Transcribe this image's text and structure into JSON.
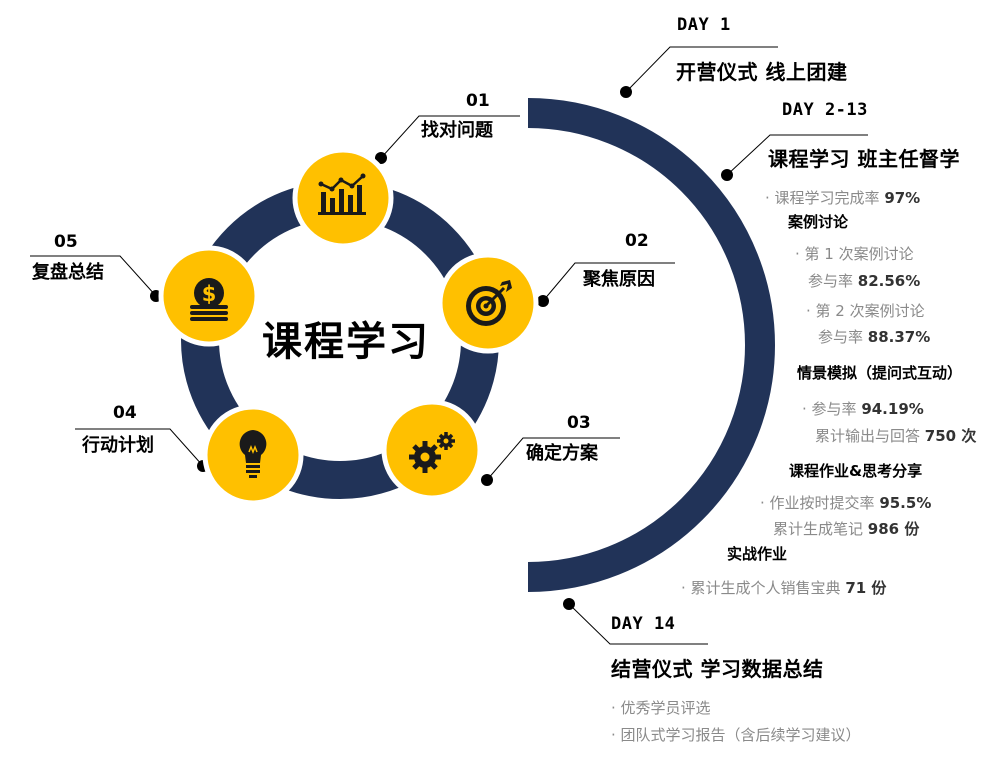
{
  "center_title": "课程学习",
  "steps": [
    {
      "num": "01",
      "label": "找对问题",
      "icon": "bar-chart-icon"
    },
    {
      "num": "02",
      "label": "聚焦原因",
      "icon": "target-icon"
    },
    {
      "num": "03",
      "label": "确定方案",
      "icon": "gears-icon"
    },
    {
      "num": "04",
      "label": "行动计划",
      "icon": "lightbulb-icon"
    },
    {
      "num": "05",
      "label": "复盘总结",
      "icon": "coins-icon"
    }
  ],
  "timeline": {
    "day1": {
      "day": "DAY 1",
      "title": "开营仪式 线上团建"
    },
    "day2": {
      "day": "DAY 2-13",
      "title": "课程学习 班主任督学",
      "completion": {
        "text": "· 课程学习完成率 ",
        "value": "97%"
      },
      "case_heading": "案例讨论",
      "case1_title": "· 第 1 次案例讨论",
      "case1_rate": {
        "text": "参与率 ",
        "value": "82.56%"
      },
      "case2_title": "· 第 2 次案例讨论",
      "case2_rate": {
        "text": "参与率 ",
        "value": "88.37%"
      },
      "scene_heading": "情景模拟（提问式互动）",
      "scene_rate": {
        "text": "· 参与率 ",
        "value": "94.19%"
      },
      "scene_output": {
        "text": "累计输出与回答 ",
        "value": "750 次"
      },
      "homework_heading": "课程作业&思考分享",
      "homework_rate": {
        "text": "· 作业按时提交率 ",
        "value": "95.5%"
      },
      "notes": {
        "text": "累计生成笔记 ",
        "value": "986 份"
      },
      "practice_heading": "实战作业",
      "practice": {
        "text": "· 累计生成个人销售宝典 ",
        "value": "71 份"
      }
    },
    "day14": {
      "day": "DAY 14",
      "title": "结营仪式 学习数据总结",
      "items": [
        "· 优秀学员评选",
        "· 团队式学习报告（含后续学习建议）"
      ]
    }
  },
  "colors": {
    "navy": "#213358",
    "gold": "#FFC000",
    "text": "#000000",
    "gray": "#8a8a8a"
  }
}
